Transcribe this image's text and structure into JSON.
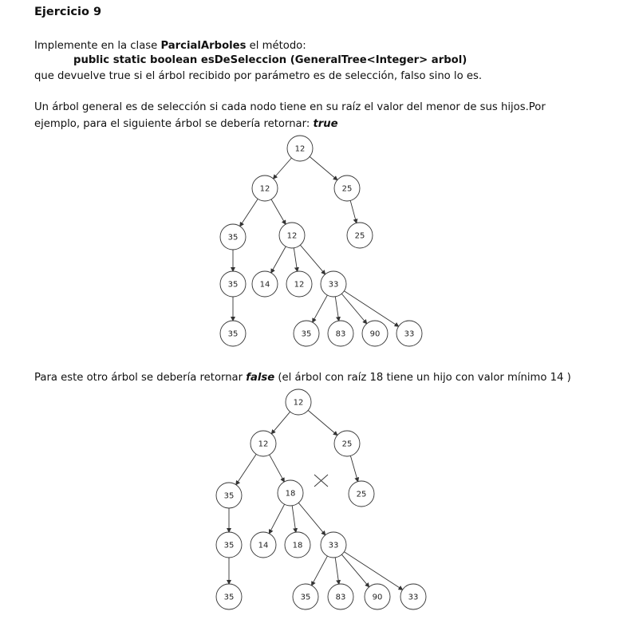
{
  "title": "Ejercicio 9",
  "intro": {
    "pre": "Implemente en la clase ",
    "class_name": "ParcialArboles",
    "post": " el método:"
  },
  "signature": "public static boolean esDeSeleccion (GeneralTree<Integer> arbol)",
  "description": "que devuelve true si el árbol recibido por parámetro es de selección, falso sino lo es.",
  "definition_line1": "Un árbol general es de selección si cada nodo tiene en su raíz el valor del menor de sus hijos.Por",
  "example1": {
    "pre": "ejemplo, para el siguiente árbol se debería retornar:  ",
    "result": "true"
  },
  "example2": {
    "pre": "Para este otro árbol se debería retornar ",
    "result": "false",
    "post": " (el árbol con raíz 18 tiene un hijo con valor  mínimo 14 )"
  },
  "tree1": {
    "nodes": [
      {
        "id": "a",
        "value": "12"
      },
      {
        "id": "b",
        "value": "12"
      },
      {
        "id": "c",
        "value": "25"
      },
      {
        "id": "d",
        "value": "35"
      },
      {
        "id": "e",
        "value": "12"
      },
      {
        "id": "f",
        "value": "25"
      },
      {
        "id": "g",
        "value": "35"
      },
      {
        "id": "h",
        "value": "14"
      },
      {
        "id": "i",
        "value": "12"
      },
      {
        "id": "j",
        "value": "33"
      },
      {
        "id": "k",
        "value": "35"
      },
      {
        "id": "l",
        "value": "35"
      },
      {
        "id": "m",
        "value": "83"
      },
      {
        "id": "n",
        "value": "90"
      },
      {
        "id": "o",
        "value": "33"
      }
    ],
    "edges": [
      [
        "a",
        "b"
      ],
      [
        "a",
        "c"
      ],
      [
        "b",
        "d"
      ],
      [
        "b",
        "e"
      ],
      [
        "c",
        "f"
      ],
      [
        "d",
        "g"
      ],
      [
        "e",
        "h"
      ],
      [
        "e",
        "i"
      ],
      [
        "e",
        "j"
      ],
      [
        "g",
        "k"
      ],
      [
        "j",
        "l"
      ],
      [
        "j",
        "m"
      ],
      [
        "j",
        "n"
      ],
      [
        "j",
        "o"
      ]
    ]
  },
  "tree2": {
    "nodes": [
      {
        "id": "a",
        "value": "12"
      },
      {
        "id": "b",
        "value": "12"
      },
      {
        "id": "c",
        "value": "25"
      },
      {
        "id": "d",
        "value": "35"
      },
      {
        "id": "e",
        "value": "18"
      },
      {
        "id": "f",
        "value": "25"
      },
      {
        "id": "g",
        "value": "35"
      },
      {
        "id": "h",
        "value": "14"
      },
      {
        "id": "i",
        "value": "18"
      },
      {
        "id": "j",
        "value": "33"
      },
      {
        "id": "k",
        "value": "35"
      },
      {
        "id": "l",
        "value": "35"
      },
      {
        "id": "m",
        "value": "83"
      },
      {
        "id": "n",
        "value": "90"
      },
      {
        "id": "o",
        "value": "33"
      }
    ],
    "edges": [
      [
        "a",
        "b"
      ],
      [
        "a",
        "c"
      ],
      [
        "b",
        "d"
      ],
      [
        "b",
        "e"
      ],
      [
        "c",
        "f"
      ],
      [
        "d",
        "g"
      ],
      [
        "e",
        "h"
      ],
      [
        "e",
        "i"
      ],
      [
        "e",
        "j"
      ],
      [
        "g",
        "k"
      ],
      [
        "j",
        "l"
      ],
      [
        "j",
        "m"
      ],
      [
        "j",
        "n"
      ],
      [
        "j",
        "o"
      ]
    ]
  }
}
